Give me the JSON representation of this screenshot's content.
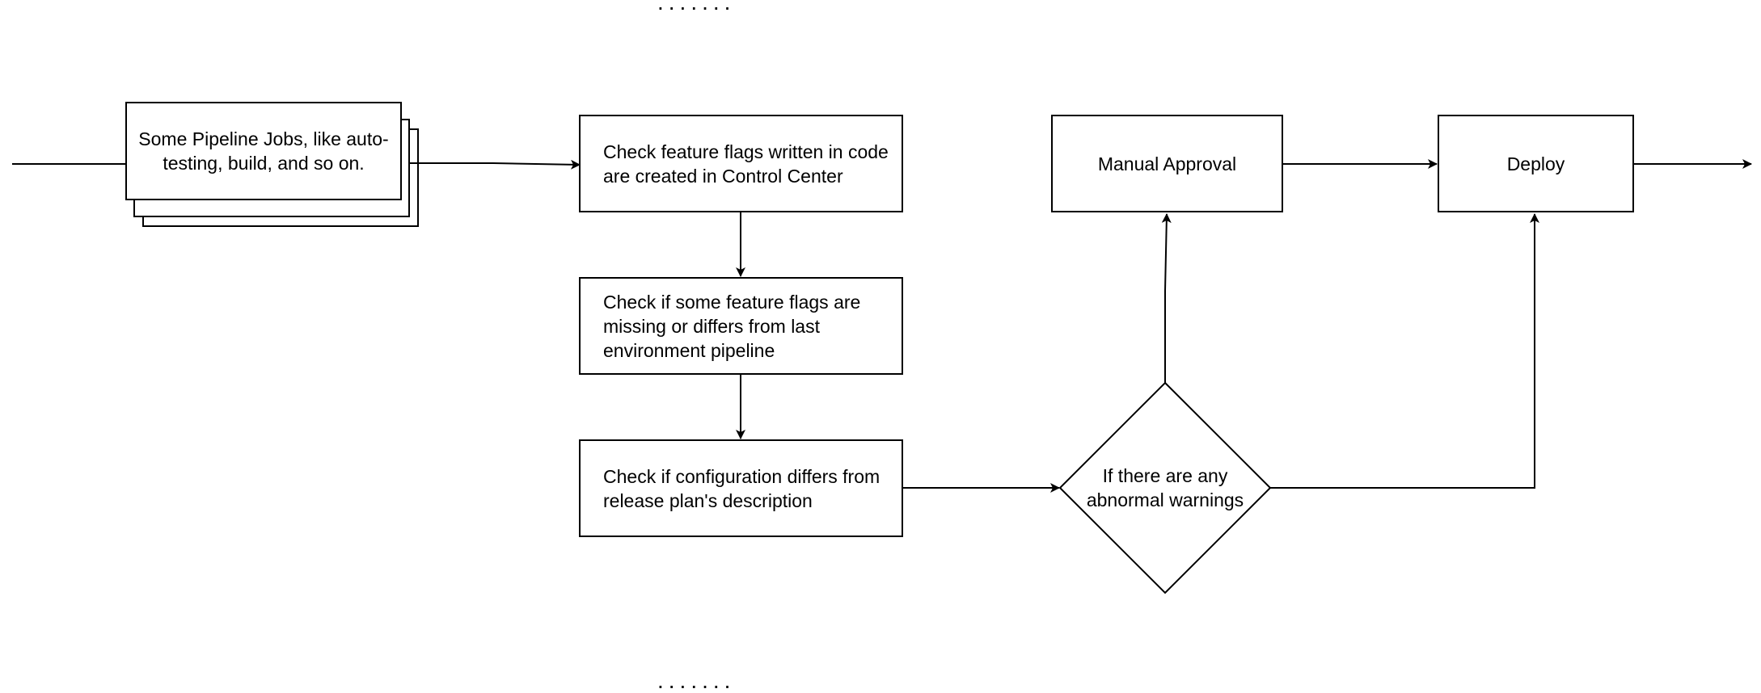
{
  "diagram": {
    "top_dots": ".......",
    "bottom_dots": ".......",
    "nodes": {
      "pipeline_jobs": "Some Pipeline Jobs, like auto-testing, build, and so on.",
      "check_flags_created": "Check feature flags written in code are created in Control Center",
      "check_flags_missing": "Check if some feature flags are missing or differs from last environment pipeline",
      "check_config": "Check if configuration differs from release plan's description",
      "decision": "If there are any abnormal warnings",
      "manual_approval": "Manual Approval",
      "deploy": "Deploy"
    }
  }
}
